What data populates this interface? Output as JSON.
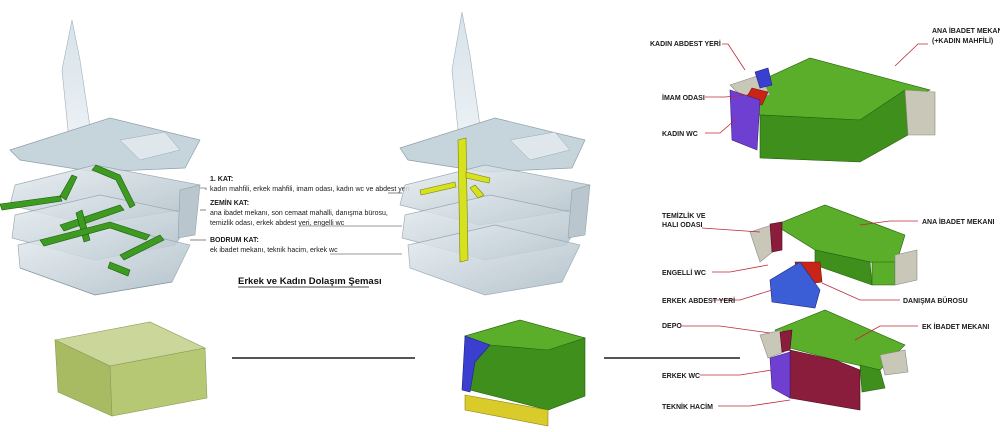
{
  "legend": {
    "kat1_title": "1. KAT:",
    "kat1_items": "kadın mahfili, erkek mahfili, imam odası, kadın wc ve abdest yeri",
    "zemin_title": "ZEMİN KAT:",
    "zemin_items1": "ana ibadet mekanı, son cemaat mahalli, danışma bürosu,",
    "zemin_items2": "temizlik odası, erkek abdest yeri, engelli wc",
    "bodrum_title": "BODRUM KAT:",
    "bodrum_items": "ek ibadet mekanı, teknik hacim, erkek wc"
  },
  "caption": "Erkek ve Kadın Dolaşım Şeması",
  "top_block": {
    "kadin_abdest": "KADIN ABDEST YERİ",
    "ana_ibadet_1": "ANA İBADET MEKANI",
    "ana_ibadet_2": "(+KADIN MAHFİLİ)",
    "imam": "İMAM ODASI",
    "kadin_wc": "KADIN WC"
  },
  "mid_block": {
    "temizlik_1": "TEMİZLİK VE",
    "temizlik_2": "HALI ODASI",
    "ana_ibadet": "ANA İBADET MEKANI",
    "engelli": "ENGELLİ WC",
    "erkek_abdest": "ERKEK ABDEST YERİ",
    "danisma": "DANIŞMA BÜROSU"
  },
  "bot_block": {
    "depo": "DEPO",
    "ek_ibadet": "EK İBADET MEKANI",
    "erkek_wc": "ERKEK WC",
    "teknik": "TEKNİK HACİM"
  },
  "colors": {
    "green": "#3f8f1c",
    "green_light": "#5aae2a",
    "blue": "#3b3fd0",
    "red": "#c82418",
    "maroon": "#8a1d3c",
    "purple": "#6e3fd0",
    "yellow": "#d9cc2a",
    "olive": "#b5c77a",
    "glass": "#c9d6dd",
    "leader": "#c0273a"
  }
}
